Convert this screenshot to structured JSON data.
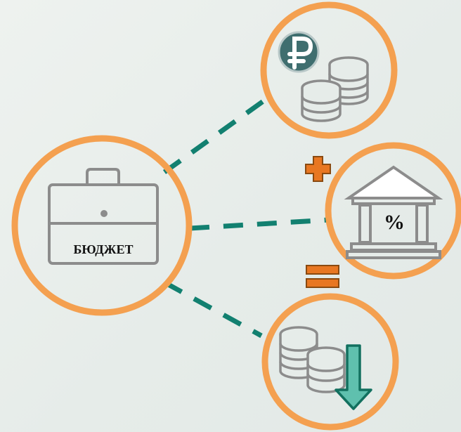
{
  "budget": {
    "label": "БЮДЖЕТ",
    "icon": "briefcase-icon"
  },
  "nodes": [
    {
      "id": "income",
      "icon": "ruble-coins-icon"
    },
    {
      "id": "bank",
      "icon": "bank-percent-icon",
      "symbol": "%"
    },
    {
      "id": "result",
      "icon": "coins-down-arrow-icon"
    }
  ],
  "operators": {
    "plus": "+",
    "equals": "="
  },
  "colors": {
    "ring": "#f4a050",
    "connector": "#128070",
    "icon_gray": "#8c8c8c",
    "operator_fill": "#e87722",
    "operator_stroke": "#8a4a10",
    "ruble_badge": "#3f6e6f",
    "arrow_fill": "#5fc0ae",
    "arrow_stroke": "#12705f"
  }
}
